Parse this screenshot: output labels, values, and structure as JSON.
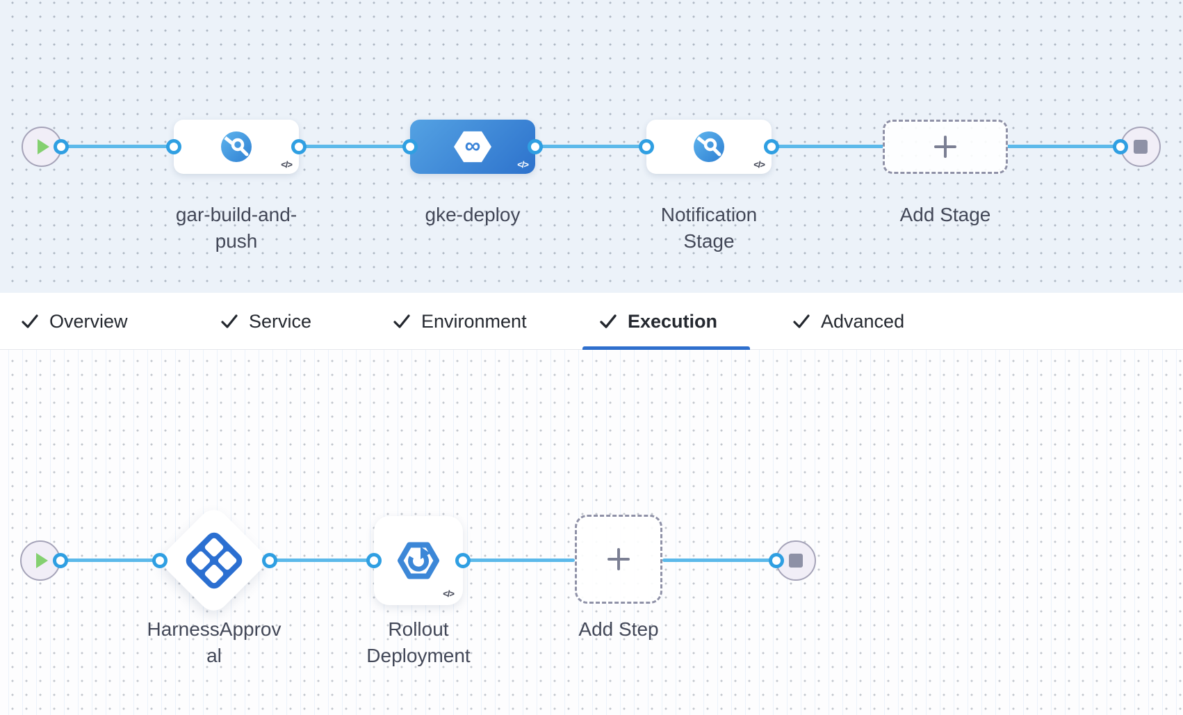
{
  "pipeline": {
    "stages": [
      {
        "label": "gar-build-and-push",
        "icon": "custom-stage-icon",
        "selected": false,
        "code_badge": "</>"
      },
      {
        "label": "gke-deploy",
        "icon": "deploy-hexagon-icon",
        "selected": true,
        "code_badge": "</>"
      },
      {
        "label": "Notification Stage",
        "icon": "custom-stage-icon",
        "selected": false,
        "code_badge": "</>"
      }
    ],
    "add_stage_label": "Add Stage"
  },
  "tabs": [
    {
      "label": "Overview",
      "active": false
    },
    {
      "label": "Service",
      "active": false
    },
    {
      "label": "Environment",
      "active": false
    },
    {
      "label": "Execution",
      "active": true
    },
    {
      "label": "Advanced",
      "active": false
    }
  ],
  "execution": {
    "steps": [
      {
        "label": "HarnessApproval",
        "icon": "approval-diamond-icon",
        "shape": "diamond"
      },
      {
        "label": "Rollout Deployment",
        "icon": "rollout-hexagon-icon",
        "shape": "card",
        "code_badge": "</>"
      }
    ],
    "add_step_label": "Add Step"
  },
  "glyphs": {
    "infinity": "∞"
  },
  "colors": {
    "connector_blue": "#5cb9ea",
    "port_ring_blue": "#2f9fe2",
    "selected_stage_blue": "#2d72cc",
    "tab_underline_blue": "#2f6fcd",
    "play_green": "#84d070",
    "stop_gray": "#8e91a6",
    "canvas_top_bg": "#ecf2f9",
    "canvas_bottom_bg": "#fdfdfe"
  }
}
